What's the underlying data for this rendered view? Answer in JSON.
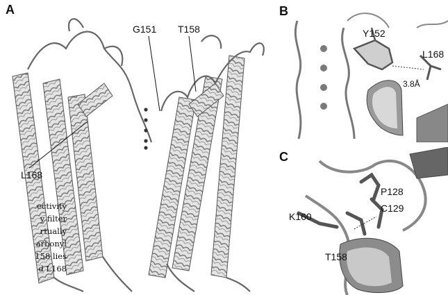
{
  "panels": {
    "a": {
      "label": "A",
      "residues": {
        "g151": "G151",
        "t158": "T158",
        "l168": "L168"
      }
    },
    "b": {
      "label": "B",
      "residues": {
        "y152": "Y152",
        "l168": "L168"
      },
      "distance": "3.8Å"
    },
    "c": {
      "label": "C",
      "residues": {
        "p128": "P128",
        "c129": "C129",
        "k160": "K160",
        "t158": "T158"
      }
    }
  },
  "caption_fragment": {
    "lines": [
      "ectivity",
      "y filter",
      "rtually",
      "arbonyl",
      "158 lies",
      "d L168"
    ]
  },
  "colors": {
    "helix_fill": "#d9d9d9",
    "helix_stroke": "#555555",
    "ion": "#7a7a7a",
    "ion_a": "#333333"
  }
}
